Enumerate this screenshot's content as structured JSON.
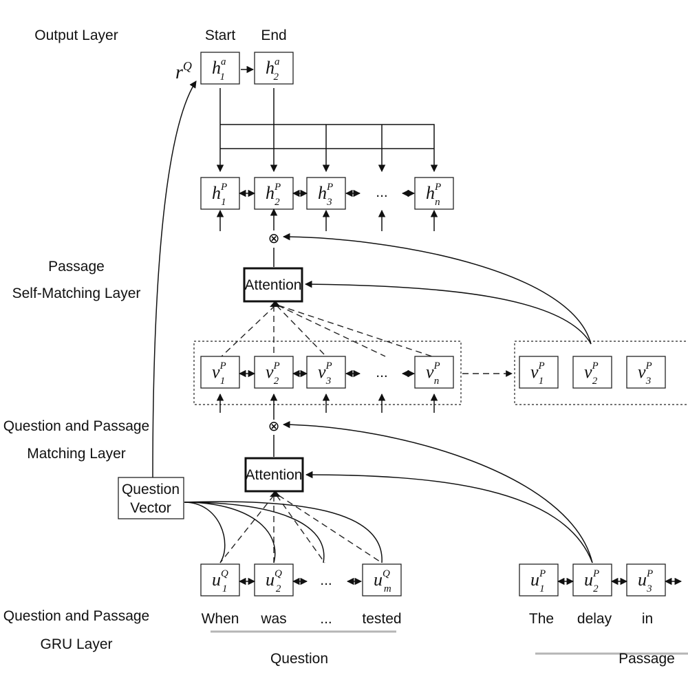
{
  "layers": {
    "output": "Output Layer",
    "self_matching_1": "Passage",
    "self_matching_2": "Self-Matching Layer",
    "qp_matching_1": "Question and Passage",
    "qp_matching_2": "Matching Layer",
    "gru_1": "Question and Passage",
    "gru_2": "GRU Layer"
  },
  "output": {
    "start_label": "Start",
    "end_label": "End",
    "rq": {
      "base": "r",
      "sup": "Q"
    },
    "nodes": [
      {
        "base": "h",
        "sub": "1",
        "sup": "a"
      },
      {
        "base": "h",
        "sub": "2",
        "sup": "a"
      }
    ]
  },
  "self_matching_nodes": [
    {
      "base": "h",
      "sub": "1",
      "sup": "P"
    },
    {
      "base": "h",
      "sub": "2",
      "sup": "P"
    },
    {
      "base": "h",
      "sub": "3",
      "sup": "P"
    },
    {
      "base": "h",
      "sub": "n",
      "sup": "P"
    }
  ],
  "matching_nodes": [
    {
      "base": "v",
      "sub": "1",
      "sup": "P"
    },
    {
      "base": "v",
      "sub": "2",
      "sup": "P"
    },
    {
      "base": "v",
      "sub": "3",
      "sup": "P"
    },
    {
      "base": "v",
      "sub": "n",
      "sup": "P"
    }
  ],
  "matching_copy_nodes": [
    {
      "base": "v",
      "sub": "1",
      "sup": "P"
    },
    {
      "base": "v",
      "sub": "2",
      "sup": "P"
    },
    {
      "base": "v",
      "sub": "3",
      "sup": "P"
    }
  ],
  "question_nodes": [
    {
      "base": "u",
      "sub": "1",
      "sup": "Q"
    },
    {
      "base": "u",
      "sub": "2",
      "sup": "Q"
    },
    {
      "base": "u",
      "sub": "m",
      "sup": "Q"
    }
  ],
  "passage_nodes": [
    {
      "base": "u",
      "sub": "1",
      "sup": "P"
    },
    {
      "base": "u",
      "sub": "2",
      "sup": "P"
    },
    {
      "base": "u",
      "sub": "3",
      "sup": "P"
    }
  ],
  "ellipsis": "...",
  "attention_label": "Attention",
  "question_vector": {
    "line1": "Question",
    "line2": "Vector"
  },
  "question_words": [
    "When",
    "was",
    "...",
    "tested"
  ],
  "passage_words": [
    "The",
    "delay",
    "in"
  ],
  "question_caption": "Question",
  "passage_caption": "Passage",
  "otimes": "⊗"
}
